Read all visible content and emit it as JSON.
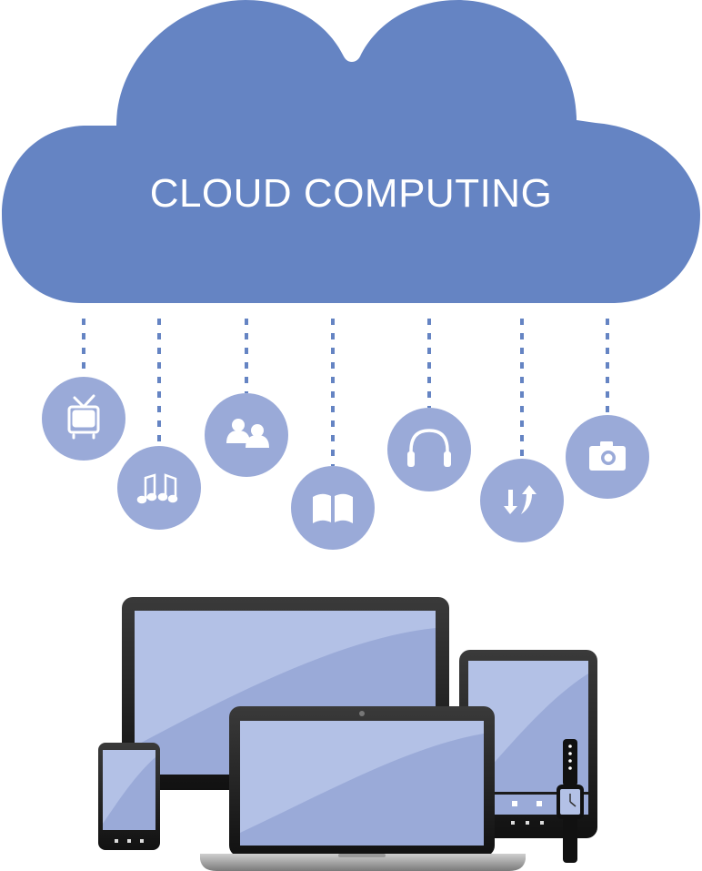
{
  "cloud": {
    "title": "CLOUD COMPUTING",
    "color": "#6584c3"
  },
  "services": [
    {
      "icon": "tv-icon"
    },
    {
      "icon": "music-notes-icon"
    },
    {
      "icon": "users-icon"
    },
    {
      "icon": "book-icon"
    },
    {
      "icon": "headphones-icon"
    },
    {
      "icon": "sync-arrows-icon"
    },
    {
      "icon": "camera-icon"
    }
  ],
  "colors": {
    "icon_circle": "#9aaad8",
    "screen": "#9aaad8",
    "screen_highlight": "#b3c1e6",
    "device_frame": "#1e1e1e"
  },
  "devices": [
    "desktop-monitor",
    "laptop",
    "tablet",
    "smartphone",
    "smartwatch"
  ]
}
